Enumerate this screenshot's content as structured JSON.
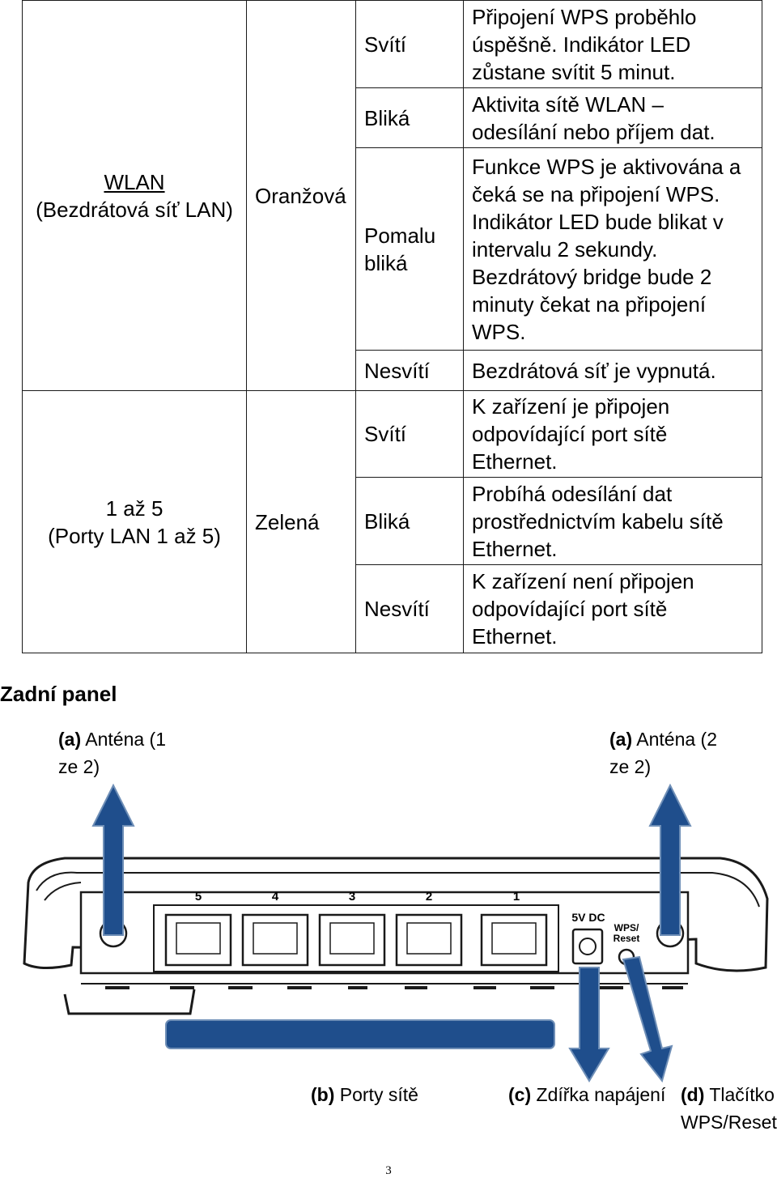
{
  "led_table": {
    "groups": [
      {
        "name": "WLAN",
        "name_sub": "(Bezdrátová síť LAN)",
        "color": "Oranžová",
        "rows": [
          {
            "state": "Svítí",
            "desc": "Připojení WPS proběhlo úspěšně. Indikátor LED zůstane svítit 5 minut."
          },
          {
            "state": "Bliká",
            "desc": "Aktivita sítě WLAN – odesílání nebo příjem dat."
          },
          {
            "state": "Pomalu bliká",
            "desc": "Funkce WPS je aktivována a čeká se na připojení WPS. Indikátor LED bude blikat v intervalu 2 sekundy. Bezdrátový bridge bude 2 minuty čekat na připojení WPS."
          },
          {
            "state": "Nesvítí",
            "desc": "Bezdrátová síť je vypnutá."
          }
        ]
      },
      {
        "name": "1 až 5",
        "name_sub": "(Porty LAN 1 až 5)",
        "color": "Zelená",
        "rows": [
          {
            "state": "Svítí",
            "desc": "K zařízení je připojen odpovídající port sítě Ethernet."
          },
          {
            "state": "Bliká",
            "desc": "Probíhá odesílání dat prostřednictvím kabelu sítě Ethernet."
          },
          {
            "state": "Nesvítí",
            "desc": "K zařízení není připojen odpovídající port sítě Ethernet."
          }
        ]
      }
    ]
  },
  "rear_panel": {
    "heading": "Zadní panel",
    "antenna_left": {
      "letter": "(a)",
      "text": "Anténa (1 ze 2)"
    },
    "antenna_right": {
      "letter": "(a)",
      "text": "Anténa (2 ze 2)"
    },
    "ports": {
      "letter": "(b)",
      "text": "Porty sítě"
    },
    "power": {
      "letter": "(c)",
      "text": "Zdířka napájení"
    },
    "wps_reset": {
      "letter": "(d)",
      "text": "Tlačítko WPS/Reset"
    },
    "device_labels": {
      "port_numbers": [
        "5",
        "4",
        "3",
        "2",
        "1"
      ],
      "power_label": "5V DC",
      "wps_label_line1": "WPS/",
      "wps_label_line2": "Reset"
    },
    "colors": {
      "arrow_fill": "#1f4e8c",
      "arrow_edge": "#6f8fb7"
    }
  },
  "page_number": "3"
}
